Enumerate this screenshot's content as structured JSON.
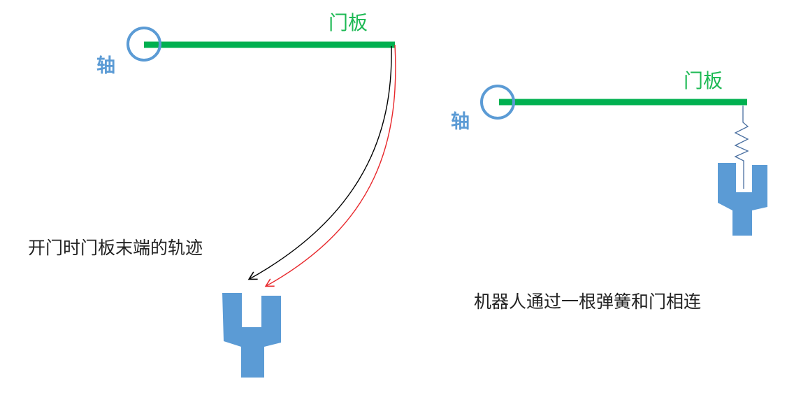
{
  "left_scene": {
    "axis_label": "轴",
    "door_label": "门板",
    "trajectory_caption": "开门时门板末端的轨迹"
  },
  "right_scene": {
    "axis_label": "轴",
    "door_label": "门板",
    "caption": "机器人通过一根弹簧和门相连"
  },
  "colors": {
    "axis": "#5b9bd5",
    "door": "#00b050",
    "door_label": "#1db954",
    "robot": "#5b9bd5",
    "trajectory_black": "#000000",
    "trajectory_red": "#e8272b",
    "spring": "#4a6fa0"
  },
  "icons": {
    "pivot": "circle",
    "robot": "gripper-shape",
    "spring": "zigzag-spring"
  }
}
